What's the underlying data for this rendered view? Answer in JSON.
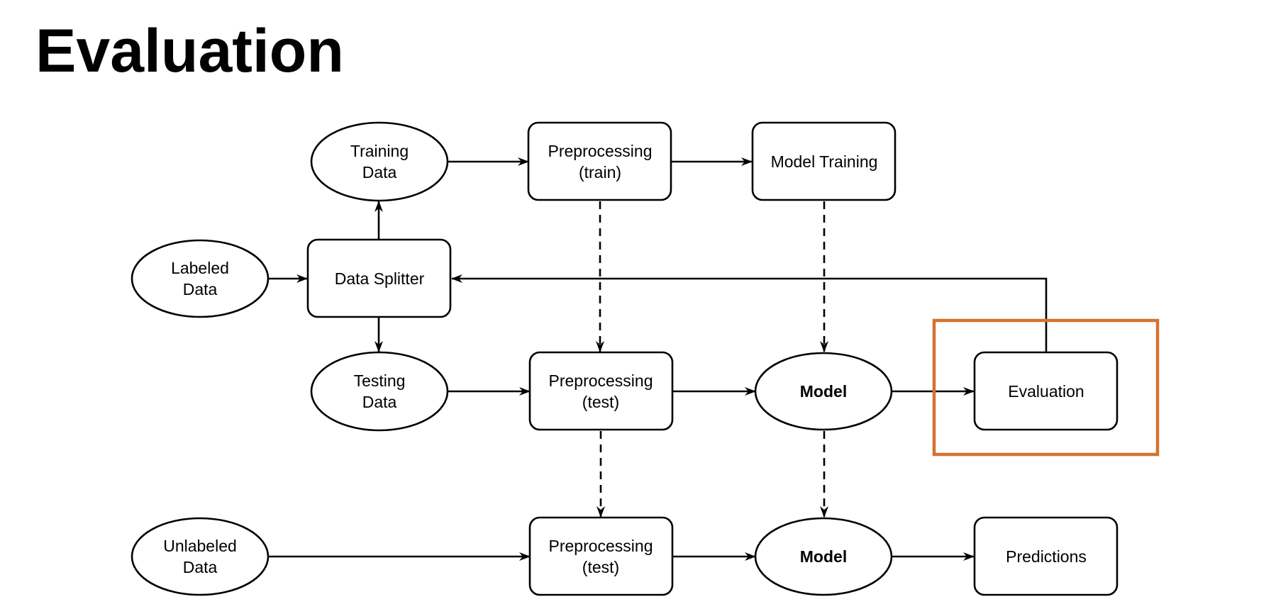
{
  "title": "Evaluation",
  "colors": {
    "stroke": "#000000",
    "highlight": "#d4722e",
    "background": "#ffffff"
  },
  "nodes": {
    "labeled_data": {
      "line1": "Labeled",
      "line2": "Data"
    },
    "training_data": {
      "line1": "Training",
      "line2": "Data"
    },
    "data_splitter": {
      "label": "Data Splitter"
    },
    "testing_data": {
      "line1": "Testing",
      "line2": "Data"
    },
    "preprocessing_train": {
      "line1": "Preprocessing",
      "line2": "(train)"
    },
    "model_training": {
      "label": "Model Training"
    },
    "preprocessing_test": {
      "line1": "Preprocessing",
      "line2": "(test)"
    },
    "model": {
      "label": "Model"
    },
    "evaluation": {
      "label": "Evaluation"
    },
    "unlabeled_data": {
      "line1": "Unlabeled",
      "line2": "Data"
    },
    "preprocessing_test_2": {
      "line1": "Preprocessing",
      "line2": "(test)"
    },
    "model_2": {
      "label": "Model"
    },
    "predictions": {
      "label": "Predictions"
    }
  },
  "highlighted_node": "evaluation"
}
